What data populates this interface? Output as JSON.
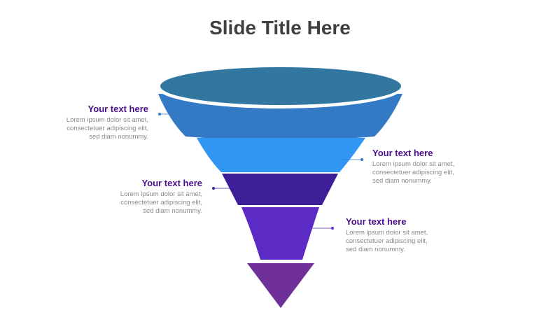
{
  "slide": {
    "title": "Slide Title Here"
  },
  "callouts": [
    {
      "heading": "Your text here",
      "lines": [
        "Lorem ipsum dolor sit amet,",
        "consectetuer adipiscing elit,",
        "sed diam nonummy."
      ]
    },
    {
      "heading": "Your text here",
      "lines": [
        "Lorem ipsum dolor sit amet,",
        "consectetuer adipiscing elit,",
        "sed diam nonummy."
      ]
    },
    {
      "heading": "Your text here",
      "lines": [
        "Lorem ipsum dolor sit amet,",
        "consectetuer adipiscing elit,",
        "sed diam nonummy."
      ]
    },
    {
      "heading": "Your text here",
      "lines": [
        "Lorem ipsum dolor sit amet,",
        "consectetuer adipiscing elit,",
        "sed diam nonummy."
      ]
    }
  ],
  "colors": {
    "top_ellipse": "#31779f",
    "level_1": "#3479c4",
    "level_2": "#3296f4",
    "level_3": "#3f1f99",
    "level_4": "#5c2ac4",
    "tip": "#6f309a",
    "heading_text": "#4b0e8c",
    "body_text": "#8a8a8a",
    "connector": "#3479c4"
  }
}
